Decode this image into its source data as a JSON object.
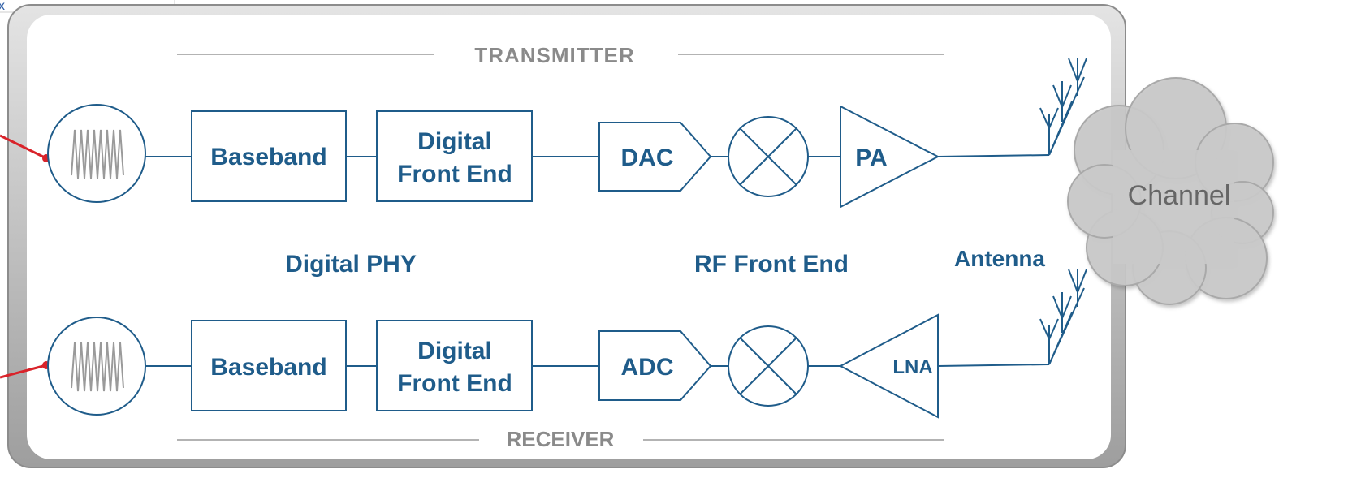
{
  "header": {
    "transmitter_title": "TRANSMITTER",
    "receiver_title": "RECEIVER"
  },
  "sections": {
    "digital_phy": "Digital PHY",
    "rf_front_end": "RF Front End",
    "antenna": "Antenna"
  },
  "transmitter_chain": {
    "baseband": "Baseband",
    "dfe_line1": "Digital",
    "dfe_line2": "Front End",
    "converter": "DAC",
    "amplifier": "PA"
  },
  "receiver_chain": {
    "baseband": "Baseband",
    "dfe_line1": "Digital",
    "dfe_line2": "Front End",
    "converter": "ADC",
    "amplifier": "LNA"
  },
  "channel": {
    "label": "Channel"
  },
  "colors": {
    "primary": "#1f5c8a",
    "divider": "#9a9a9a",
    "panel_border": "#8c8c8c",
    "accent_red": "#d9232a",
    "cloud": "#c9c9c9",
    "channel_text": "#666666"
  },
  "icons": {
    "signal_source": "sine-wave-circle-icon",
    "mixer": "mixer-cross-icon",
    "antenna": "antenna-array-icon",
    "channel": "cloud-icon"
  }
}
